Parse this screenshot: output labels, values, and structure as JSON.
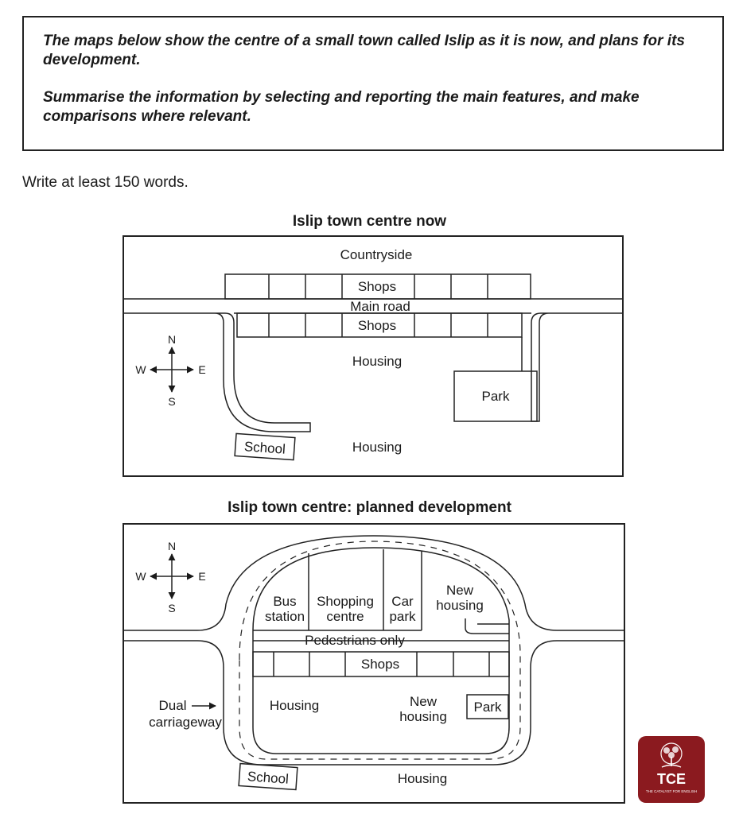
{
  "prompt": {
    "line1": "The maps below show the centre of a small town called Islip as it is now, and plans for its development.",
    "line2": "Summarise the information by selecting and reporting the main features, and make comparisons where relevant."
  },
  "instruction": "Write at least 150 words.",
  "map_now": {
    "title": "Islip town centre now",
    "countryside": "Countryside",
    "shops_north": "Shops",
    "main_road": "Main road",
    "shops_south": "Shops",
    "housing_north": "Housing",
    "park": "Park",
    "school": "School",
    "housing_south": "Housing"
  },
  "map_planned": {
    "title": "Islip town centre: planned development",
    "bus_station_1": "Bus",
    "bus_station_2": "station",
    "shopping_centre_1": "Shopping",
    "shopping_centre_2": "centre",
    "car_park_1": "Car",
    "car_park_2": "park",
    "new_housing_north_1": "New",
    "new_housing_north_2": "housing",
    "pedestrians": "Pedestrians only",
    "shops": "Shops",
    "housing": "Housing",
    "new_housing_south_1": "New",
    "new_housing_south_2": "housing",
    "park": "Park",
    "dual_1": "Dual",
    "dual_2": "carriageway",
    "school": "School",
    "housing_south": "Housing"
  },
  "compass": {
    "n": "N",
    "s": "S",
    "w": "W",
    "e": "E"
  },
  "logo": {
    "brand": "TCE",
    "tagline": "THE CATALYST FOR ENGLISH",
    "color": "#8b1a1f"
  }
}
